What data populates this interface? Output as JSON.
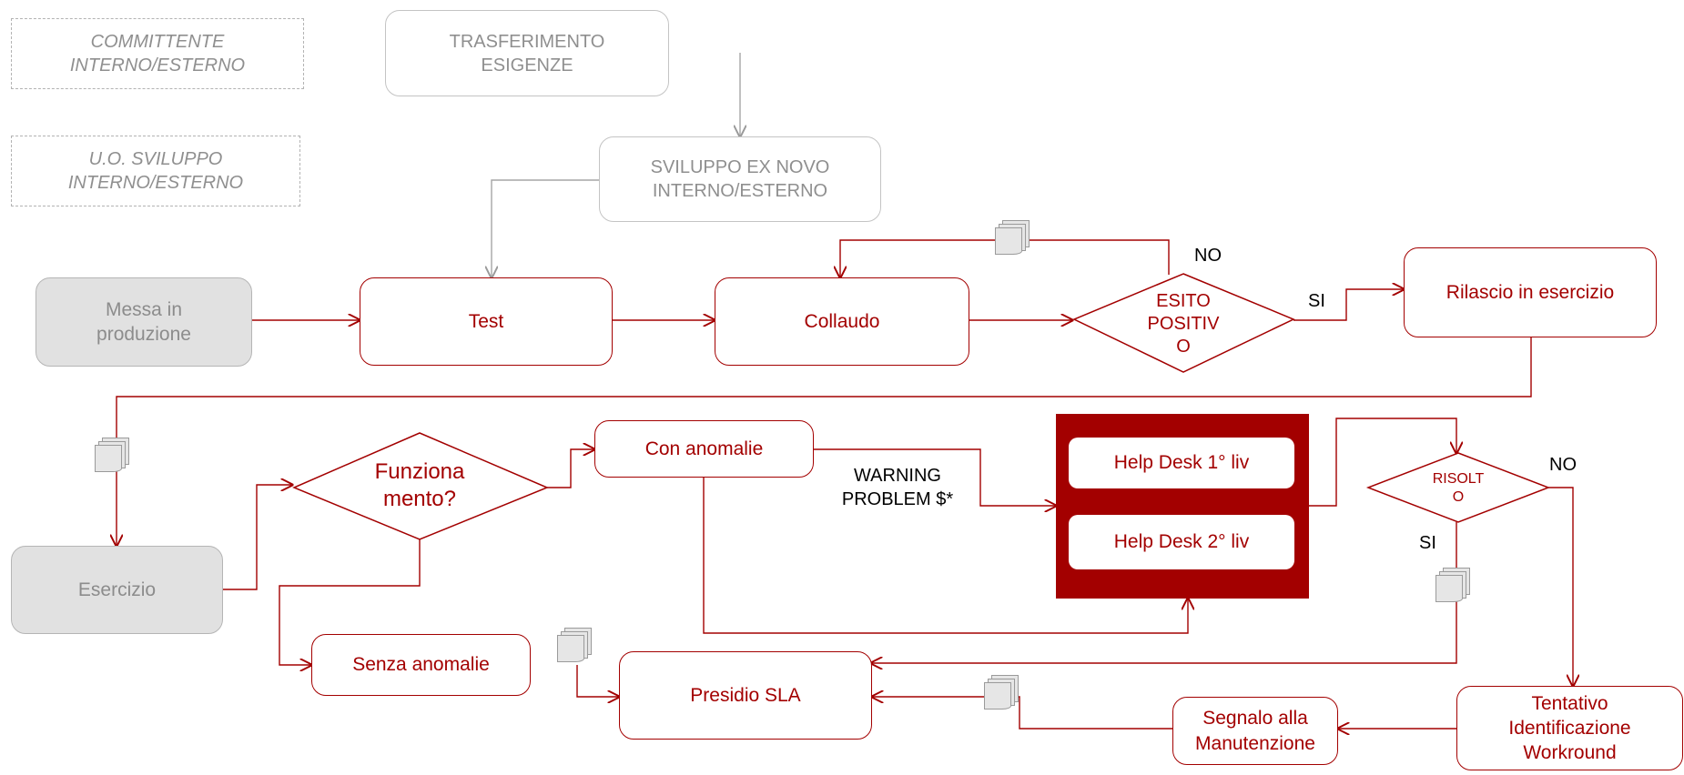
{
  "roles": {
    "committente": "COMMITTENTE\nINTERNO/ESTERNO",
    "sviluppo": "U.O. SVILUPPO\nINTERNO/ESTERNO"
  },
  "nodes": {
    "trasferimento": "TRASFERIMENTO\nESIGENZE",
    "sviluppo_ex_novo": "SVILUPPO  EX NOVO\nINTERNO/ESTERNO",
    "messa_in_produzione": "Messa in\nproduzione",
    "test": "Test",
    "collaudo": "Collaudo",
    "esito_positivo": "ESITO\nPOSITIV\nO",
    "rilascio": "Rilascio in esercizio",
    "esercizio": "Esercizio",
    "funzionamento": "Funziona\nmento?",
    "con_anomalie": "Con anomalie",
    "senza_anomalie": "Senza anomalie",
    "presidio_sla": "Presidio SLA",
    "help_desk_1": "Help Desk 1° liv",
    "help_desk_2": "Help Desk 2° liv",
    "risolto": "RISOLT\nO",
    "tentativo": "Tentativo\nIdentificazione\nWorkround",
    "segnalo": "Segnalo alla\nManutenzione"
  },
  "labels": {
    "no_esito": "NO",
    "si_esito": "SI",
    "warning": "WARNING\nPROBLEM $*",
    "no_risolto": "NO",
    "si_risolto": "SI"
  },
  "colors": {
    "accent": "#a30000",
    "help_desk_panel": "#a30000",
    "grey_fill": "#e1e1e1",
    "grey_text": "#8f8f8f"
  },
  "icons": [
    "document-stack-icon"
  ]
}
